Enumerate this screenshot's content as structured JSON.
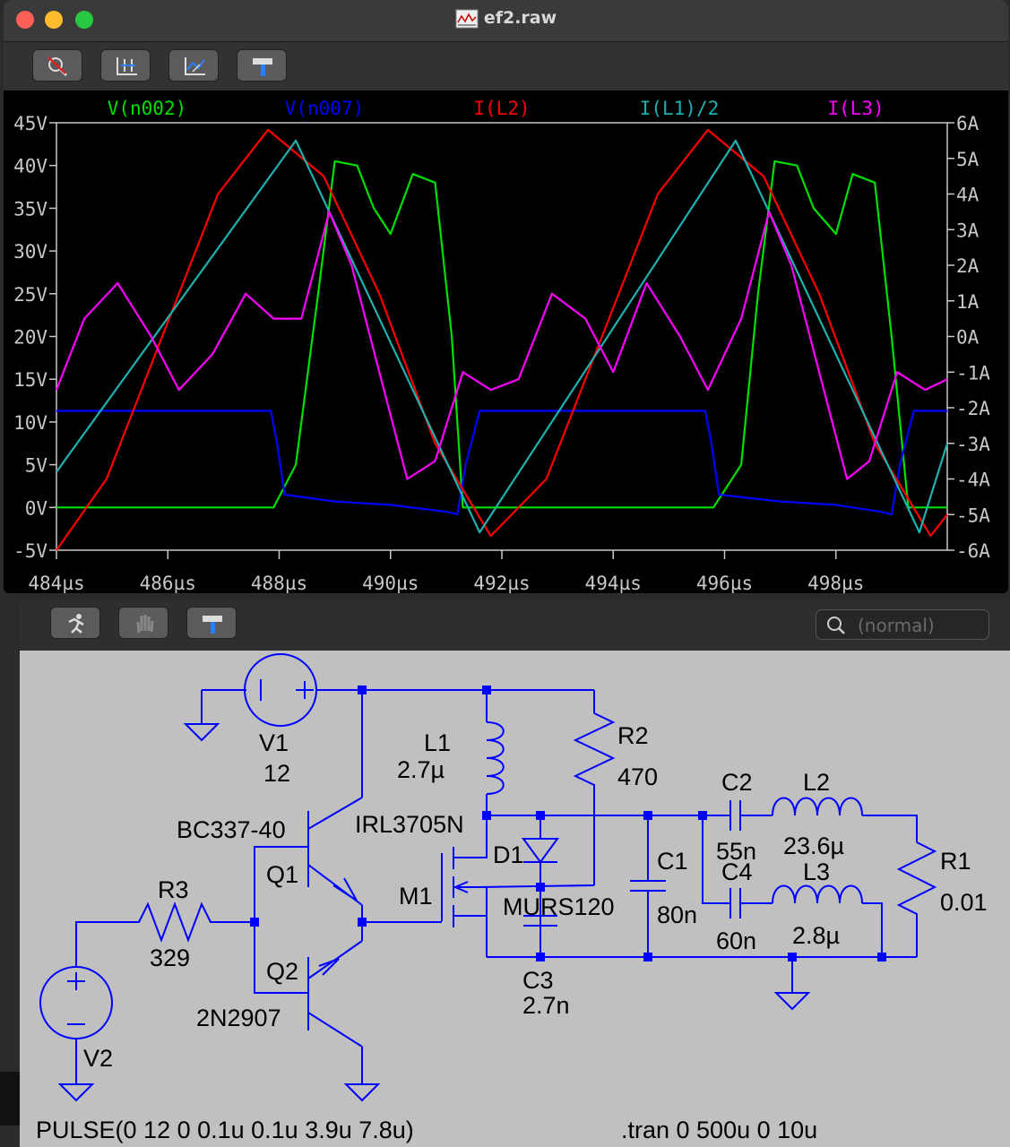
{
  "waveform_window": {
    "title": "ef2.raw",
    "toolbar": [
      "zoom-cancel",
      "autorange",
      "pick-visible-traces",
      "settings"
    ]
  },
  "chart_data": {
    "type": "line",
    "series": [
      {
        "name": "V(n002)",
        "color": "#00e000",
        "axis": "left",
        "x": [
          484,
          485.9,
          487.9,
          488.3,
          488.7,
          489.0,
          489.4,
          489.7,
          490.0,
          490.4,
          490.8,
          491.1,
          491.3,
          491.5,
          493.8,
          495.8,
          496.3,
          496.6,
          496.9,
          497.3,
          497.6,
          498.0,
          498.3,
          498.7,
          499.0,
          499.3,
          499.5,
          500
        ],
        "y": [
          0,
          0,
          0,
          5,
          25,
          40.5,
          40,
          35,
          32,
          39,
          38,
          20,
          0,
          0,
          0,
          0,
          5,
          25,
          40.5,
          40,
          35,
          32,
          39,
          38,
          20,
          0,
          0,
          0
        ]
      },
      {
        "name": "V(n007)",
        "color": "#0000ff",
        "axis": "left",
        "x": [
          484,
          487.85,
          487.95,
          488.1,
          489,
          490,
          491.0,
          491.2,
          491.35,
          491.6,
          493,
          495.65,
          495.75,
          495.9,
          497,
          498,
          498.8,
          499.0,
          499.15,
          499.4,
          500
        ],
        "y": [
          11.3,
          11.3,
          8,
          1.5,
          0.7,
          0.3,
          -0.5,
          -0.8,
          5,
          11.3,
          11.3,
          11.3,
          8,
          1.5,
          0.7,
          0.3,
          -0.5,
          -0.8,
          5,
          11.3,
          11.3
        ]
      },
      {
        "name": "I(L2)",
        "color": "#ff0000",
        "axis": "right",
        "x": [
          484,
          484.9,
          485.9,
          486.9,
          487.8,
          488.8,
          489.8,
          490.8,
          491.8,
          492.8,
          493.8,
          494.8,
          495.7,
          496.7,
          497.7,
          498.7,
          499.7,
          500
        ],
        "y": [
          -6,
          -4,
          0,
          4,
          5.8,
          4.5,
          1.2,
          -3,
          -5.6,
          -4,
          0,
          4,
          5.8,
          4.5,
          1.2,
          -3,
          -5.6,
          -5
        ]
      },
      {
        "name": "I(L1)/2",
        "color": "#1fb0b0",
        "axis": "right",
        "x": [
          484,
          488.3,
          491.6,
          496.2,
          499.5,
          500
        ],
        "y": [
          -3.8,
          5.5,
          -5.5,
          5.5,
          -5.5,
          -3
        ]
      },
      {
        "name": "I(L3)",
        "color": "#ff00ff",
        "axis": "right",
        "x": [
          484,
          484.5,
          485.1,
          485.7,
          486.2,
          486.8,
          487.4,
          487.9,
          488.4,
          488.9,
          489.3,
          489.8,
          490.3,
          490.8,
          491.3,
          491.8,
          492.3,
          492.9,
          493.5,
          494.0,
          494.6,
          495.2,
          495.7,
          496.3,
          496.8,
          497.2,
          497.7,
          498.2,
          498.6,
          499.1,
          499.6,
          500
        ],
        "y": [
          -1.5,
          0.5,
          1.5,
          0,
          -1.5,
          -0.5,
          1.2,
          0.5,
          0.5,
          3.5,
          2,
          -1,
          -4,
          -3.5,
          -1,
          -1.5,
          -1.2,
          1.2,
          0.5,
          -1,
          1.5,
          0,
          -1.5,
          0.5,
          3.5,
          2,
          -1,
          -4,
          -3.5,
          -1,
          -1.5,
          -1.2
        ]
      }
    ],
    "xlim": [
      484,
      500
    ],
    "ylim_left": [
      -5,
      45
    ],
    "ylim_right": [
      -6,
      6
    ],
    "x_ticks": [
      "484µs",
      "486µs",
      "488µs",
      "490µs",
      "492µs",
      "494µs",
      "496µs",
      "498µs"
    ],
    "y_ticks_left": [
      "45V",
      "40V",
      "35V",
      "30V",
      "25V",
      "20V",
      "15V",
      "10V",
      "5V",
      "0V",
      "-5V"
    ],
    "y_ticks_right": [
      "6A",
      "5A",
      "4A",
      "3A",
      "2A",
      "1A",
      "0A",
      "-1A",
      "-2A",
      "-3A",
      "-4A",
      "-5A",
      "-6A"
    ],
    "grid": false,
    "legend": "top"
  },
  "schematic_window": {
    "search_placeholder": "(normal)",
    "toolbar": [
      "run",
      "halt",
      "settings"
    ],
    "labels": {
      "V1_name": "V1",
      "V1_value": "12",
      "L1_name": "L1",
      "L1_value": "2.7µ",
      "R2_name": "R2",
      "R2_value": "470",
      "C2_name": "C2",
      "C2_value": "55n",
      "L2_name": "L2",
      "L2_value": "23.6µ",
      "R1_name": "R1",
      "R1_value": "0.01",
      "C4_name": "C4",
      "C4_value": "60n",
      "L3_name": "L3",
      "L3_value": "2.8µ",
      "C1_name": "C1",
      "C1_value": "80n",
      "D1_name": "D1",
      "D1_value": "MURS120",
      "M1_name": "M1",
      "M1_value": "IRL3705N",
      "Q1_name": "Q1",
      "Q1_value": "BC337-40",
      "Q2_name": "Q2",
      "Q2_value": "2N2907",
      "R3_name": "R3",
      "R3_value": "329",
      "C3_name": "C3",
      "C3_value": "2.7n",
      "V2_name": "V2",
      "pulse": "PULSE(0 12 0 0.1u 0.1u 3.9u 7.8u)",
      "tran": ".tran 0 500u 0 10u"
    }
  },
  "colors": {
    "wire": "#0000ff",
    "schematic_bg": "#c0c0c0",
    "plot_bg": "#000000"
  }
}
